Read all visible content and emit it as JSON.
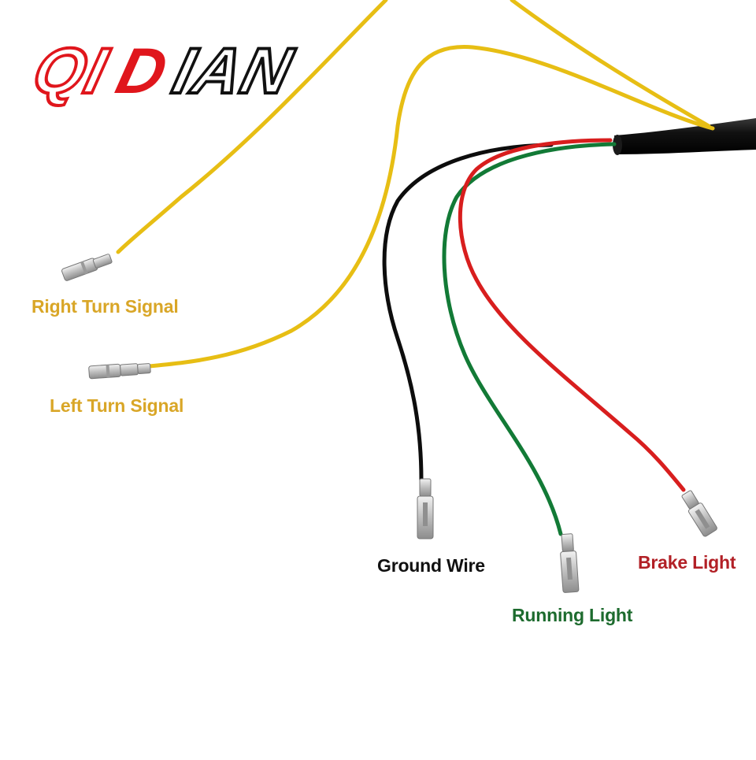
{
  "brand": {
    "logo_text": "QIDIAN",
    "colors": {
      "red": "#e0161c",
      "black": "#111111"
    }
  },
  "labels": {
    "right_turn": "Right Turn Signal",
    "left_turn": "Left Turn Signal",
    "ground": "Ground Wire",
    "running": "Running Light",
    "brake": "Brake Light"
  },
  "colors": {
    "yellow_wire": "#e7be14",
    "yellow_label": "#d9a627",
    "black_wire": "#0d0d0d",
    "green_wire": "#127a36",
    "green_label": "#1d6b2e",
    "red_wire": "#d81e1e",
    "red_label": "#b22026",
    "cable": "#111111",
    "terminal": "#c9c9c9"
  }
}
